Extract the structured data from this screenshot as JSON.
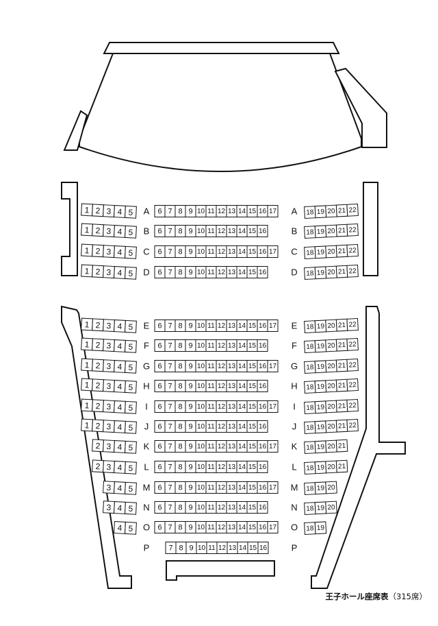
{
  "caption": {
    "title": "王子ホール座席表",
    "count": "（315席）"
  },
  "rows": [
    {
      "row": "A",
      "left": [
        1,
        2,
        3,
        4,
        5
      ],
      "center": [
        6,
        7,
        8,
        9,
        10,
        11,
        12,
        13,
        14,
        15,
        16,
        17
      ],
      "right": [
        18,
        19,
        20,
        21,
        22
      ]
    },
    {
      "row": "B",
      "left": [
        1,
        2,
        3,
        4,
        5
      ],
      "center": [
        6,
        7,
        8,
        9,
        10,
        11,
        12,
        13,
        14,
        15,
        16
      ],
      "right": [
        18,
        19,
        20,
        21,
        22
      ]
    },
    {
      "row": "C",
      "left": [
        1,
        2,
        3,
        4,
        5
      ],
      "center": [
        6,
        7,
        8,
        9,
        10,
        11,
        12,
        13,
        14,
        15,
        16,
        17
      ],
      "right": [
        18,
        19,
        20,
        21,
        22
      ]
    },
    {
      "row": "D",
      "left": [
        1,
        2,
        3,
        4,
        5
      ],
      "center": [
        6,
        7,
        8,
        9,
        10,
        11,
        12,
        13,
        14,
        15,
        16
      ],
      "right": [
        18,
        19,
        20,
        21,
        22
      ]
    },
    {
      "row": "E",
      "left": [
        1,
        2,
        3,
        4,
        5
      ],
      "center": [
        6,
        7,
        8,
        9,
        10,
        11,
        12,
        13,
        14,
        15,
        16,
        17
      ],
      "right": [
        18,
        19,
        20,
        21,
        22
      ]
    },
    {
      "row": "F",
      "left": [
        1,
        2,
        3,
        4,
        5
      ],
      "center": [
        6,
        7,
        8,
        9,
        10,
        11,
        12,
        13,
        14,
        15,
        16
      ],
      "right": [
        18,
        19,
        20,
        21,
        22
      ]
    },
    {
      "row": "G",
      "left": [
        1,
        2,
        3,
        4,
        5
      ],
      "center": [
        6,
        7,
        8,
        9,
        10,
        11,
        12,
        13,
        14,
        15,
        16,
        17
      ],
      "right": [
        18,
        19,
        20,
        21,
        22
      ]
    },
    {
      "row": "H",
      "left": [
        1,
        2,
        3,
        4,
        5
      ],
      "center": [
        6,
        7,
        8,
        9,
        10,
        11,
        12,
        13,
        14,
        15,
        16
      ],
      "right": [
        18,
        19,
        20,
        21,
        22
      ]
    },
    {
      "row": "I",
      "left": [
        1,
        2,
        3,
        4,
        5
      ],
      "center": [
        6,
        7,
        8,
        9,
        10,
        11,
        12,
        13,
        14,
        15,
        16,
        17
      ],
      "right": [
        18,
        19,
        20,
        21,
        22
      ]
    },
    {
      "row": "J",
      "left": [
        1,
        2,
        3,
        4,
        5
      ],
      "center": [
        6,
        7,
        8,
        9,
        10,
        11,
        12,
        13,
        14,
        15,
        16
      ],
      "right": [
        18,
        19,
        20,
        21,
        22
      ]
    },
    {
      "row": "K",
      "left": [
        2,
        3,
        4,
        5
      ],
      "center": [
        6,
        7,
        8,
        9,
        10,
        11,
        12,
        13,
        14,
        15,
        16,
        17
      ],
      "right": [
        18,
        19,
        20,
        21
      ]
    },
    {
      "row": "L",
      "left": [
        2,
        3,
        4,
        5
      ],
      "center": [
        6,
        7,
        8,
        9,
        10,
        11,
        12,
        13,
        14,
        15,
        16
      ],
      "right": [
        18,
        19,
        20,
        21
      ]
    },
    {
      "row": "M",
      "left": [
        3,
        4,
        5
      ],
      "center": [
        6,
        7,
        8,
        9,
        10,
        11,
        12,
        13,
        14,
        15,
        16,
        17
      ],
      "right": [
        18,
        19,
        20
      ]
    },
    {
      "row": "N",
      "left": [
        3,
        4,
        5
      ],
      "center": [
        6,
        7,
        8,
        9,
        10,
        11,
        12,
        13,
        14,
        15,
        16
      ],
      "right": [
        18,
        19,
        20
      ]
    },
    {
      "row": "O",
      "left": [
        4,
        5
      ],
      "center": [
        6,
        7,
        8,
        9,
        10,
        11,
        12,
        13,
        14,
        15,
        16,
        17
      ],
      "right": [
        18,
        19
      ]
    },
    {
      "row": "P",
      "left": [],
      "center": [
        7,
        8,
        9,
        10,
        11,
        12,
        13,
        14,
        15,
        16
      ],
      "right": []
    }
  ]
}
